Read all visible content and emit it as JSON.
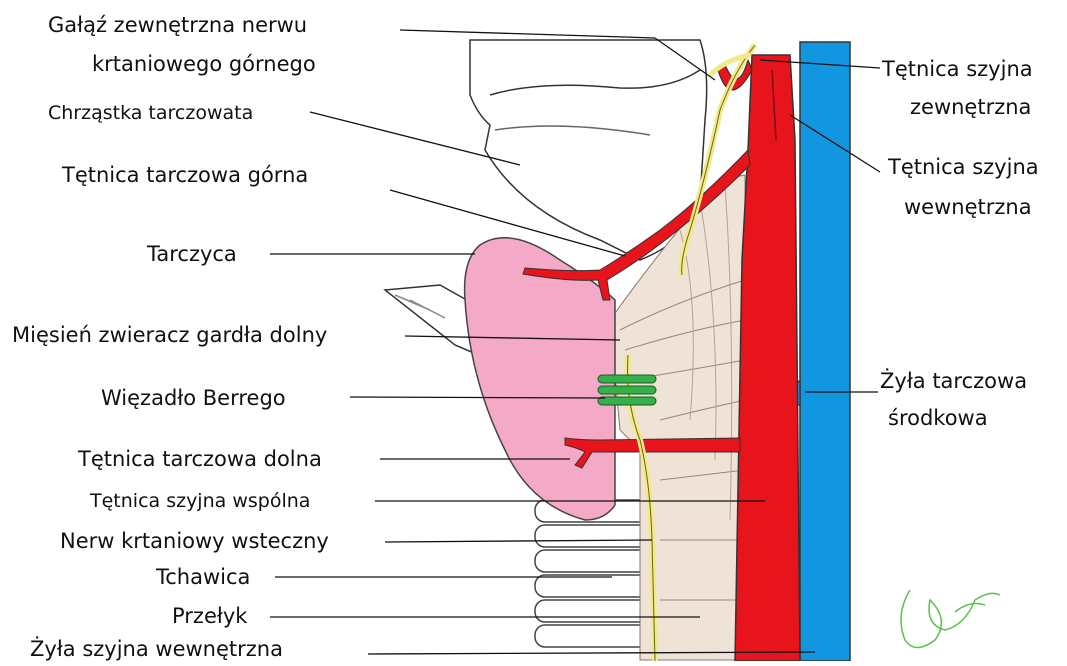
{
  "labels": {
    "galaz_line1": "Gałąź zewnętrzna nerwu",
    "galaz_line2": "krtaniowego górnego",
    "chrzastka": "Chrząstka tarczowata",
    "tetnica_tarczowa_gorna": "Tętnica tarczowa górna",
    "tarczyca": "Tarczyca",
    "miesien": "Mięsień zwieracz gardła dolny",
    "wiezadlo": "Więzadło Berrego",
    "tetnica_tarczowa_dolna": "Tętnica tarczowa dolna",
    "tetnica_szyjna_wspolna": "Tętnica szyjna wspólna",
    "nerw_krtaniowy": "Nerw krtaniowy wsteczny",
    "tchawica": "Tchawica",
    "przelyk": "Przełyk",
    "zyla_szyjna": "Żyła szyjna wewnętrzna",
    "tetnica_zewn_line1": "Tętnica szyjna",
    "tetnica_zewn_line2": "zewnętrzna",
    "tetnica_wewn_line1": "Tętnica szyjna",
    "tetnica_wewn_line2": "wewnętrzna",
    "zyla_tarczowa_line1": "Żyła tarczowa",
    "zyla_tarczowa_line2": "środkowa"
  },
  "colors": {
    "artery": "#e8141b",
    "vein": "#1396e0",
    "thyroid": "#f4a9c6",
    "nerve": "#f2e98a",
    "ligament": "#36b04a",
    "muscle": "#eedfd2",
    "signature": "#58c24a"
  }
}
